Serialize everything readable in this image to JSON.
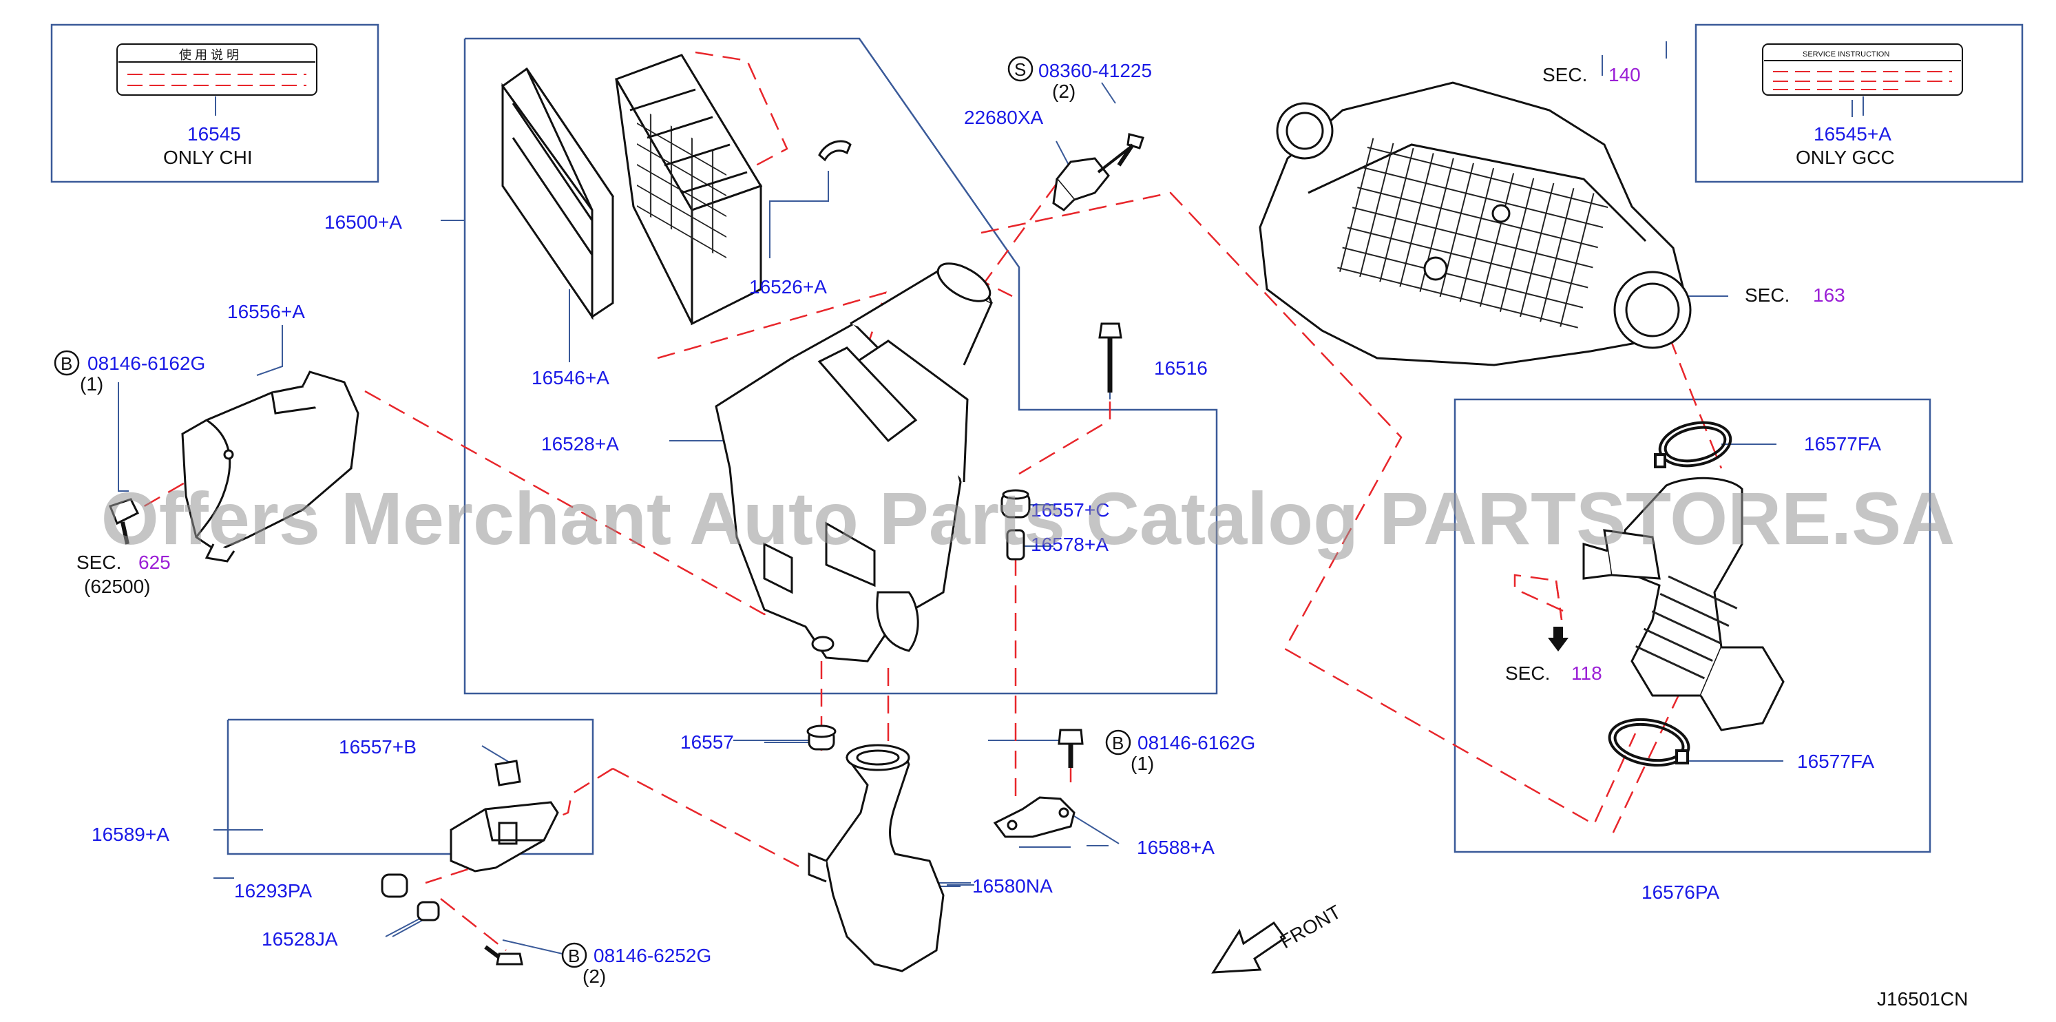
{
  "colors": {
    "blue": "#1a1ae6",
    "purple": "#9b1fd6",
    "black": "#111111",
    "red": "#e8262b",
    "frame": "#3a5a99"
  },
  "watermark": "Offers Merchant Auto Parts Catalog PARTSTORE.SA",
  "diagram_code": "J16501CN",
  "front_label": "FRONT",
  "boxes": {
    "chi": {
      "part": "16545",
      "note": "ONLY CHI",
      "label_head": "使 用 说 明"
    },
    "gcc": {
      "part": "16545+A",
      "note": "ONLY GCC",
      "label_head": "SERVICE INSTRUCTION"
    }
  },
  "labels": {
    "p16500a": "16500+A",
    "p16546a": "16546+A",
    "p16526a": "16526+A",
    "p16528a": "16528+A",
    "p16556a": "16556+A",
    "p16516": "16516",
    "p16557c": "16557+C",
    "p16578": "16578+A",
    "p22680xa": "22680XA",
    "p08360": "08360-41225",
    "q2a": "(2)",
    "p08146a": "08146-6162G",
    "q1a": "(1)",
    "p08146b": "08146-6162G",
    "q1b": "(1)",
    "p08146c": "08146-6252G",
    "q2c": "(2)",
    "p16557": "16557",
    "p16557b": "16557+B",
    "p16589a": "16589+A",
    "p16293pa": "16293PA",
    "p16528ja": "16528JA",
    "p16580na": "16580NA",
    "p16588a": "16588+A",
    "p16577fa1": "16577FA",
    "p16577fa2": "16577FA",
    "p16576pa": "16576PA",
    "sec_word": "SEC.",
    "sec625": "625",
    "sec625sub": "(62500)",
    "sec140": "140",
    "sec163": "163",
    "sec118": "118",
    "mark_b": "B",
    "mark_s": "S"
  }
}
